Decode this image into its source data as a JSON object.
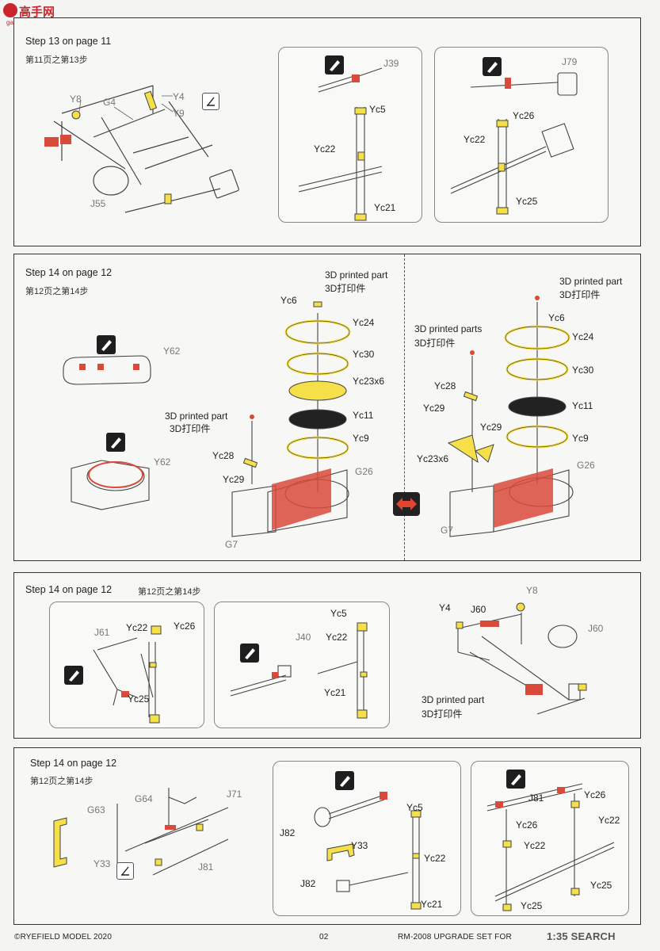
{
  "logo": {
    "main": "高手网",
    "sub": "gao-shou.com"
  },
  "step13": {
    "title": "Step 13 on page 11",
    "cn": "第11页之第13步",
    "labels": {
      "y8": "Y8",
      "g4": "G4",
      "y4": "Y4",
      "y9": "Y9",
      "j55": "J55"
    },
    "left_box": {
      "j39": "J39",
      "yc5": "Yc5",
      "yc22": "Yc22",
      "yc21": "Yc21"
    },
    "right_box": {
      "j79": "J79",
      "yc26": "Yc26",
      "yc22": "Yc22",
      "yc25": "Yc25"
    }
  },
  "step14a": {
    "title": "Step 14 on page 12",
    "cn": "第12页之第14步",
    "left": {
      "y62a": "Y62",
      "y62b": "Y62"
    },
    "center": {
      "printed_en": "3D printed part",
      "printed_cn": "3D打印件",
      "printed2_en": "3D printed part",
      "printed2_cn": "3D打印件",
      "yc6": "Yc6",
      "yc24": "Yc24",
      "yc30": "Yc30",
      "yc23": "Yc23x6",
      "yc11": "Yc11",
      "yc9": "Yc9",
      "yc28": "Yc28",
      "yc29": "Yc29",
      "g26": "G26",
      "g7": "G7"
    },
    "right": {
      "printed_en": "3D printed part",
      "printed_cn": "3D打印件",
      "parts_en": "3D printed parts",
      "parts_cn": "3D打印件",
      "yc6": "Yc6",
      "yc24": "Yc24",
      "yc30": "Yc30",
      "yc11": "Yc11",
      "yc9": "Yc9",
      "yc28": "Yc28",
      "yc29a": "Yc29",
      "yc29b": "Yc29",
      "yc23": "Yc23x6",
      "g26": "G26",
      "g7": "G7"
    }
  },
  "step14b": {
    "title": "Step 14 on page 12",
    "cn": "第12页之第14步",
    "box1": {
      "j61": "J61",
      "yc22": "Yc22",
      "yc26": "Yc26",
      "yc25": "Yc25"
    },
    "box2": {
      "yc5": "Yc5",
      "j40": "J40",
      "yc22": "Yc22",
      "yc21": "Yc21"
    },
    "right": {
      "y4": "Y4",
      "j60a": "J60",
      "y8": "Y8",
      "j60b": "J60",
      "printed_en": "3D printed part",
      "printed_cn": "3D打印件"
    }
  },
  "step14c": {
    "title": "Step 14 on page 12",
    "cn": "第12页之第14步",
    "left": {
      "g64": "G64",
      "j71": "J71",
      "g63": "G63",
      "y33": "Y33",
      "j81": "J81"
    },
    "box1": {
      "j82a": "J82",
      "yc5": "Yc5",
      "y33": "Y33",
      "yc22": "Yc22",
      "j82b": "J82",
      "yc21": "Yc21"
    },
    "box2": {
      "j81": "J81",
      "yc26a": "Yc26",
      "yc26b": "Yc26",
      "yc22a": "Yc22",
      "yc22b": "Yc22",
      "yc25a": "Yc25",
      "yc25b": "Yc25"
    }
  },
  "footer": {
    "copyright": "©RYEFIELD MODEL 2020",
    "page": "02",
    "product": "RM-2008 UPGRADE SET FOR ",
    "watermark": "1:35 SEARCH"
  },
  "colors": {
    "yellow": "#f5e04a",
    "red": "#d84a3a",
    "dark": "#222222",
    "arrow": "#e2452f"
  }
}
